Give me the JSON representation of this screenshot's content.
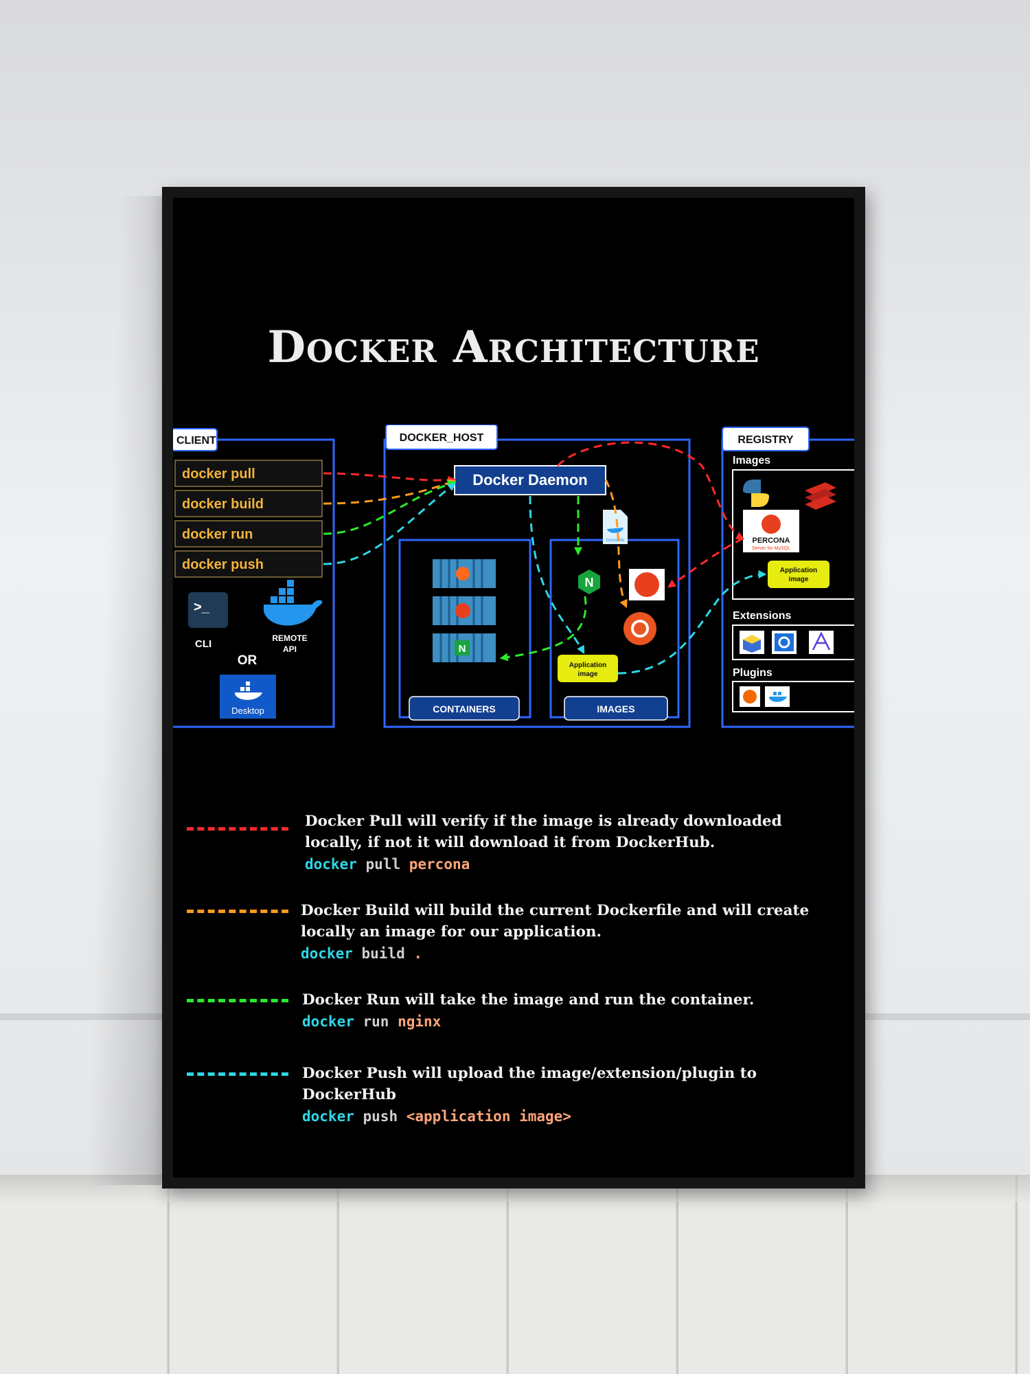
{
  "title": "Docker Architecture",
  "client": {
    "label": "CLIENT",
    "commands": [
      "docker pull",
      "docker build",
      "docker run",
      "docker push"
    ],
    "cli_label": "CLI",
    "remote_api_line1": "REMOTE",
    "remote_api_line2": "API",
    "or_label": "OR",
    "desktop_label": "Desktop"
  },
  "host": {
    "label": "DOCKER_HOST",
    "daemon_label": "Docker Daemon",
    "containers_label": "CONTAINERS",
    "images_label": "IMAGES",
    "dockerfile_label": "Dockerfile",
    "app_image_line1": "Application",
    "app_image_line2": "image"
  },
  "registry": {
    "label": "REGISTRY",
    "images_heading": "Images",
    "percona_name": "PERCONA",
    "percona_sub": "Server for MySQL",
    "app_image_line1": "Application",
    "app_image_line2": "image",
    "extensions_heading": "Extensions",
    "plugins_heading": "Plugins"
  },
  "colors": {
    "pull": "#ff2a2a",
    "build": "#ff9a1f",
    "run": "#2bea2b",
    "push": "#2fd6e6",
    "box_border": "#2f66ff",
    "command_text": "#f5b43a",
    "app_image_bg": "#e6ec10"
  },
  "legend": [
    {
      "id": "pull",
      "text": "Docker Pull will verify if the image is already downloaded locally, if not it will download it from DockerHub.",
      "code": {
        "cmd": "docker",
        "sub": "pull",
        "arg": "percona"
      }
    },
    {
      "id": "build",
      "text": "Docker Build will build the current Dockerfile and will create locally an image for our application.",
      "code": {
        "cmd": "docker",
        "sub": "build",
        "arg": "."
      }
    },
    {
      "id": "run",
      "text": "Docker Run will take the image and run the container.",
      "code": {
        "cmd": "docker",
        "sub": "run",
        "arg": "nginx"
      }
    },
    {
      "id": "push",
      "text": "Docker Push will upload the image/extension/plugin to DockerHub",
      "code": {
        "cmd": "docker",
        "sub": "push",
        "arg": "<application image>"
      }
    }
  ]
}
